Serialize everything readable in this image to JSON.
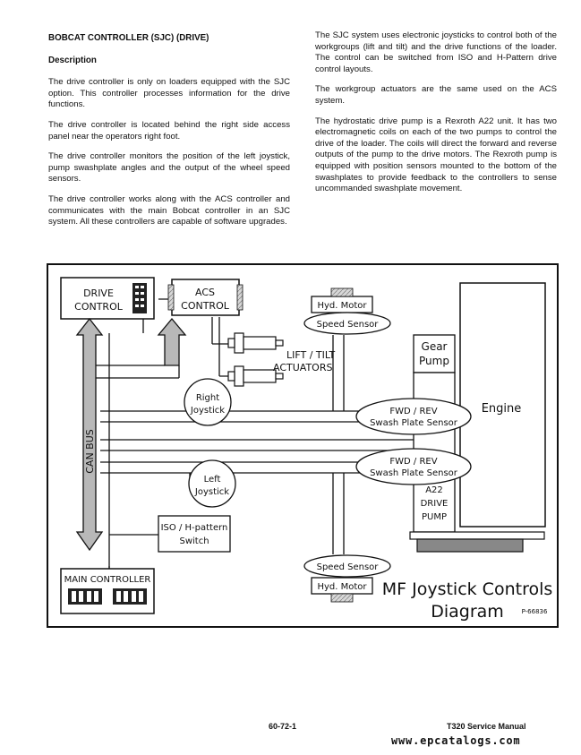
{
  "left_column": {
    "heading": "BOBCAT CONTROLLER (SJC) (DRIVE)",
    "subheading": "Description",
    "paragraphs": [
      "The drive controller is only on loaders equipped with the SJC option. This controller processes information for the drive functions.",
      "The drive controller is located behind the right side access panel near the operators right foot.",
      "The drive controller monitors the position of the left joystick, pump swashplate angles and the output of the wheel speed sensors.",
      "The drive controller works along with the ACS controller and communicates with the main Bobcat controller in an SJC system. All these controllers are capable of software upgrades."
    ]
  },
  "right_column": {
    "paragraphs": [
      "The SJC system uses electronic joysticks to control both of the workgroups (lift and tilt) and the drive functions of the loader. The control can be switched from  ISO and H-Pattern drive control layouts.",
      "The workgroup actuators are the same used on the ACS system.",
      "The hydrostatic drive pump is a Rexroth A22 unit. It has two electromagnetic coils on each of the two pumps to control the drive of the loader. The coils will direct the forward and reverse outputs of the pump to the drive motors. The Rexroth pump is equipped with position sensors mounted to the bottom of the swashplates to provide feedback to the controllers to sense uncommanded swashplate movement."
    ]
  },
  "diagram": {
    "drive_controller": [
      "DRIVE",
      "CONTROL"
    ],
    "acs_controller": [
      "ACS",
      "CONTROL"
    ],
    "hyd_motor_top": "Hyd. Motor",
    "speed_sensor_top": "Speed Sensor",
    "lift_tilt": [
      "LIFT / TILT",
      "ACTUATORS"
    ],
    "gear_pump": [
      "Gear",
      "Pump"
    ],
    "engine": "Engine",
    "right_joystick": [
      "Right",
      "Joystick"
    ],
    "fwd_rev_1": [
      "FWD / REV",
      "Swash Plate Sensor"
    ],
    "fwd_rev_2": [
      "FWD / REV",
      "Swash Plate Sensor"
    ],
    "can_bus": "CAN BUS",
    "left_joystick": [
      "Left",
      "Joystick"
    ],
    "a22_pump": [
      "A22",
      "DRIVE",
      "PUMP"
    ],
    "iso_switch": [
      "ISO / H-pattern",
      "Switch"
    ],
    "main_controller": "MAIN CONTROLLER",
    "speed_sensor_bottom": "Speed Sensor",
    "hyd_motor_bottom": "Hyd. Motor",
    "title": [
      "MF Joystick Controls",
      "Diagram"
    ],
    "figure_id": "P-66836"
  },
  "footer": {
    "page_number": "60-72-1",
    "manual_title": "T320 Service Manual",
    "watermark": "www.epcatalogs.com"
  }
}
